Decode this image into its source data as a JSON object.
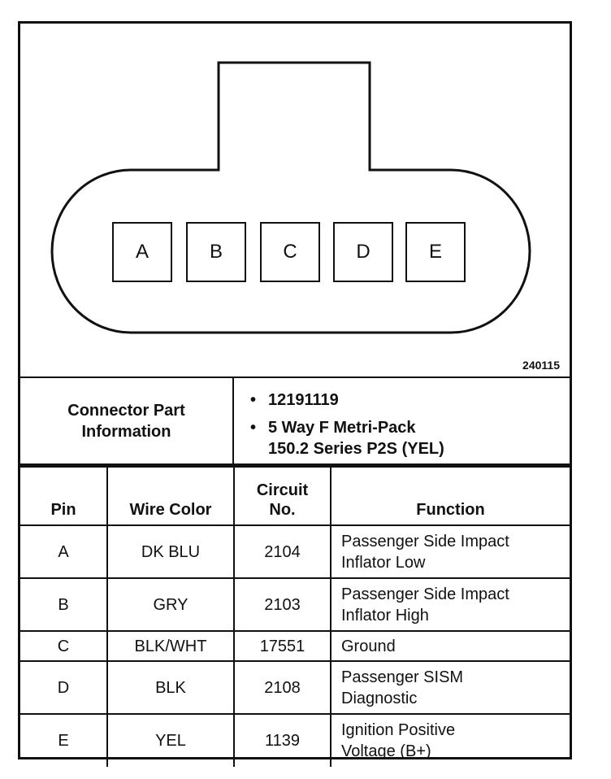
{
  "figure_id": "240115",
  "connector": {
    "pins": [
      "A",
      "B",
      "C",
      "D",
      "E"
    ]
  },
  "info": {
    "label_line1": "Connector Part",
    "label_line2": "Information",
    "bullet": "•",
    "part_number": "12191119",
    "series_line1": "5 Way F Metri-Pack",
    "series_line2": "150.2 Series P2S (YEL)"
  },
  "table": {
    "headers": {
      "pin": "Pin",
      "wire_color": "Wire Color",
      "circuit_line1": "Circuit",
      "circuit_line2": "No.",
      "function": "Function"
    },
    "rows": [
      {
        "pin": "A",
        "wire": "DK BLU",
        "circuit": "2104",
        "func1": "Passenger Side Impact",
        "func2": "Inflator Low"
      },
      {
        "pin": "B",
        "wire": "GRY",
        "circuit": "2103",
        "func1": "Passenger Side Impact",
        "func2": "Inflator High"
      },
      {
        "pin": "C",
        "wire": "BLK/WHT",
        "circuit": "17551",
        "func1": "Ground",
        "func2": ""
      },
      {
        "pin": "D",
        "wire": "BLK",
        "circuit": "2108",
        "func1": "Passenger SISM",
        "func2": "Diagnostic"
      },
      {
        "pin": "E",
        "wire": "YEL",
        "circuit": "1139",
        "func1": "Ignition Positive",
        "func2": "Voltage (B+)"
      }
    ]
  }
}
